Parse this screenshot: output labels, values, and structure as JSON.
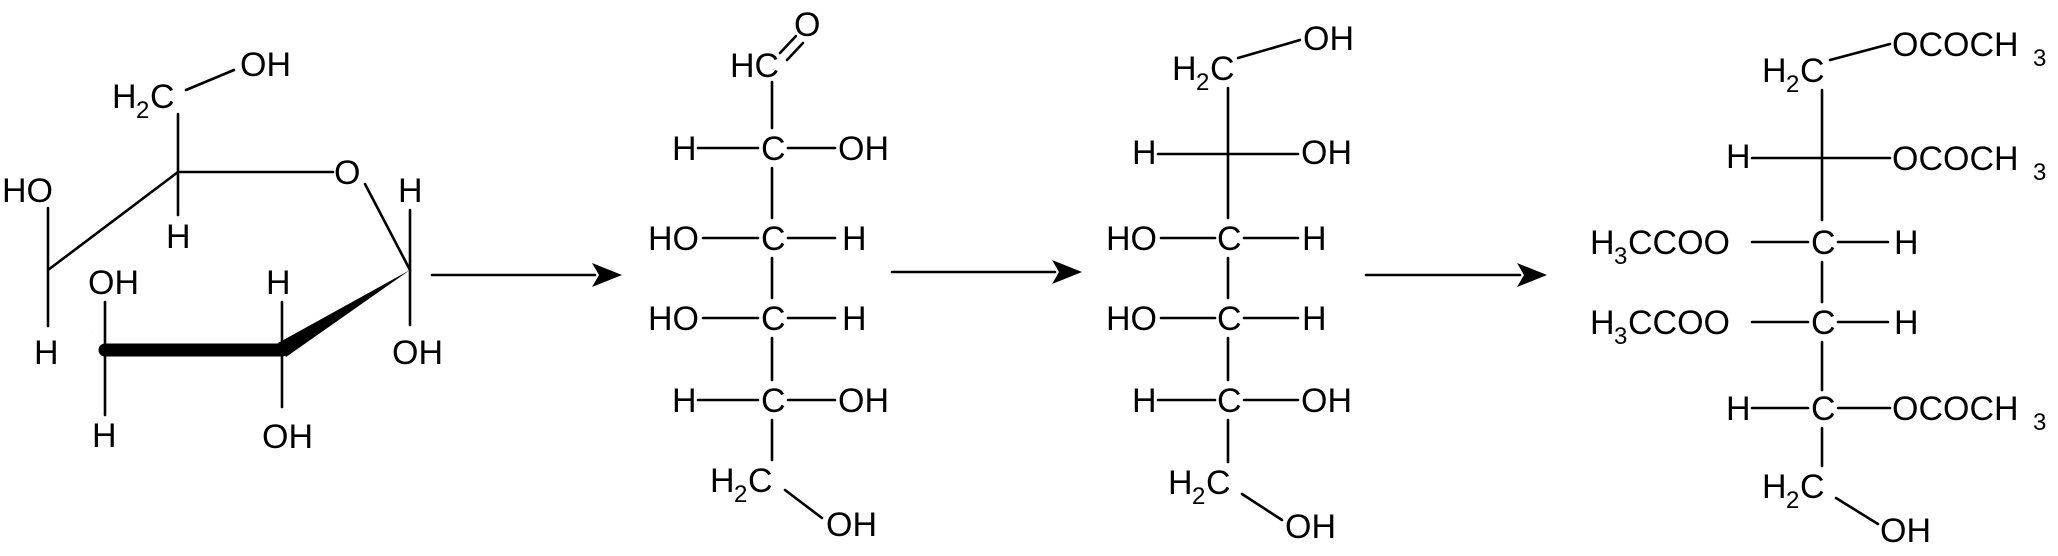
{
  "labels": {
    "oh": "OH",
    "h": "H",
    "ho": "HO",
    "o": "O",
    "hc": "HC",
    "c": "C",
    "h2c_h": "H",
    "h2c_2": "2",
    "h2c_c": "C",
    "h3ccoo_h": "H",
    "h3ccoo_3": "3",
    "h3ccoo_rest": "CCOO",
    "ococh3": "OCOCH",
    "ococh3_3": "3"
  },
  "colors": {
    "ink": "#000000",
    "background": "#ffffff"
  }
}
